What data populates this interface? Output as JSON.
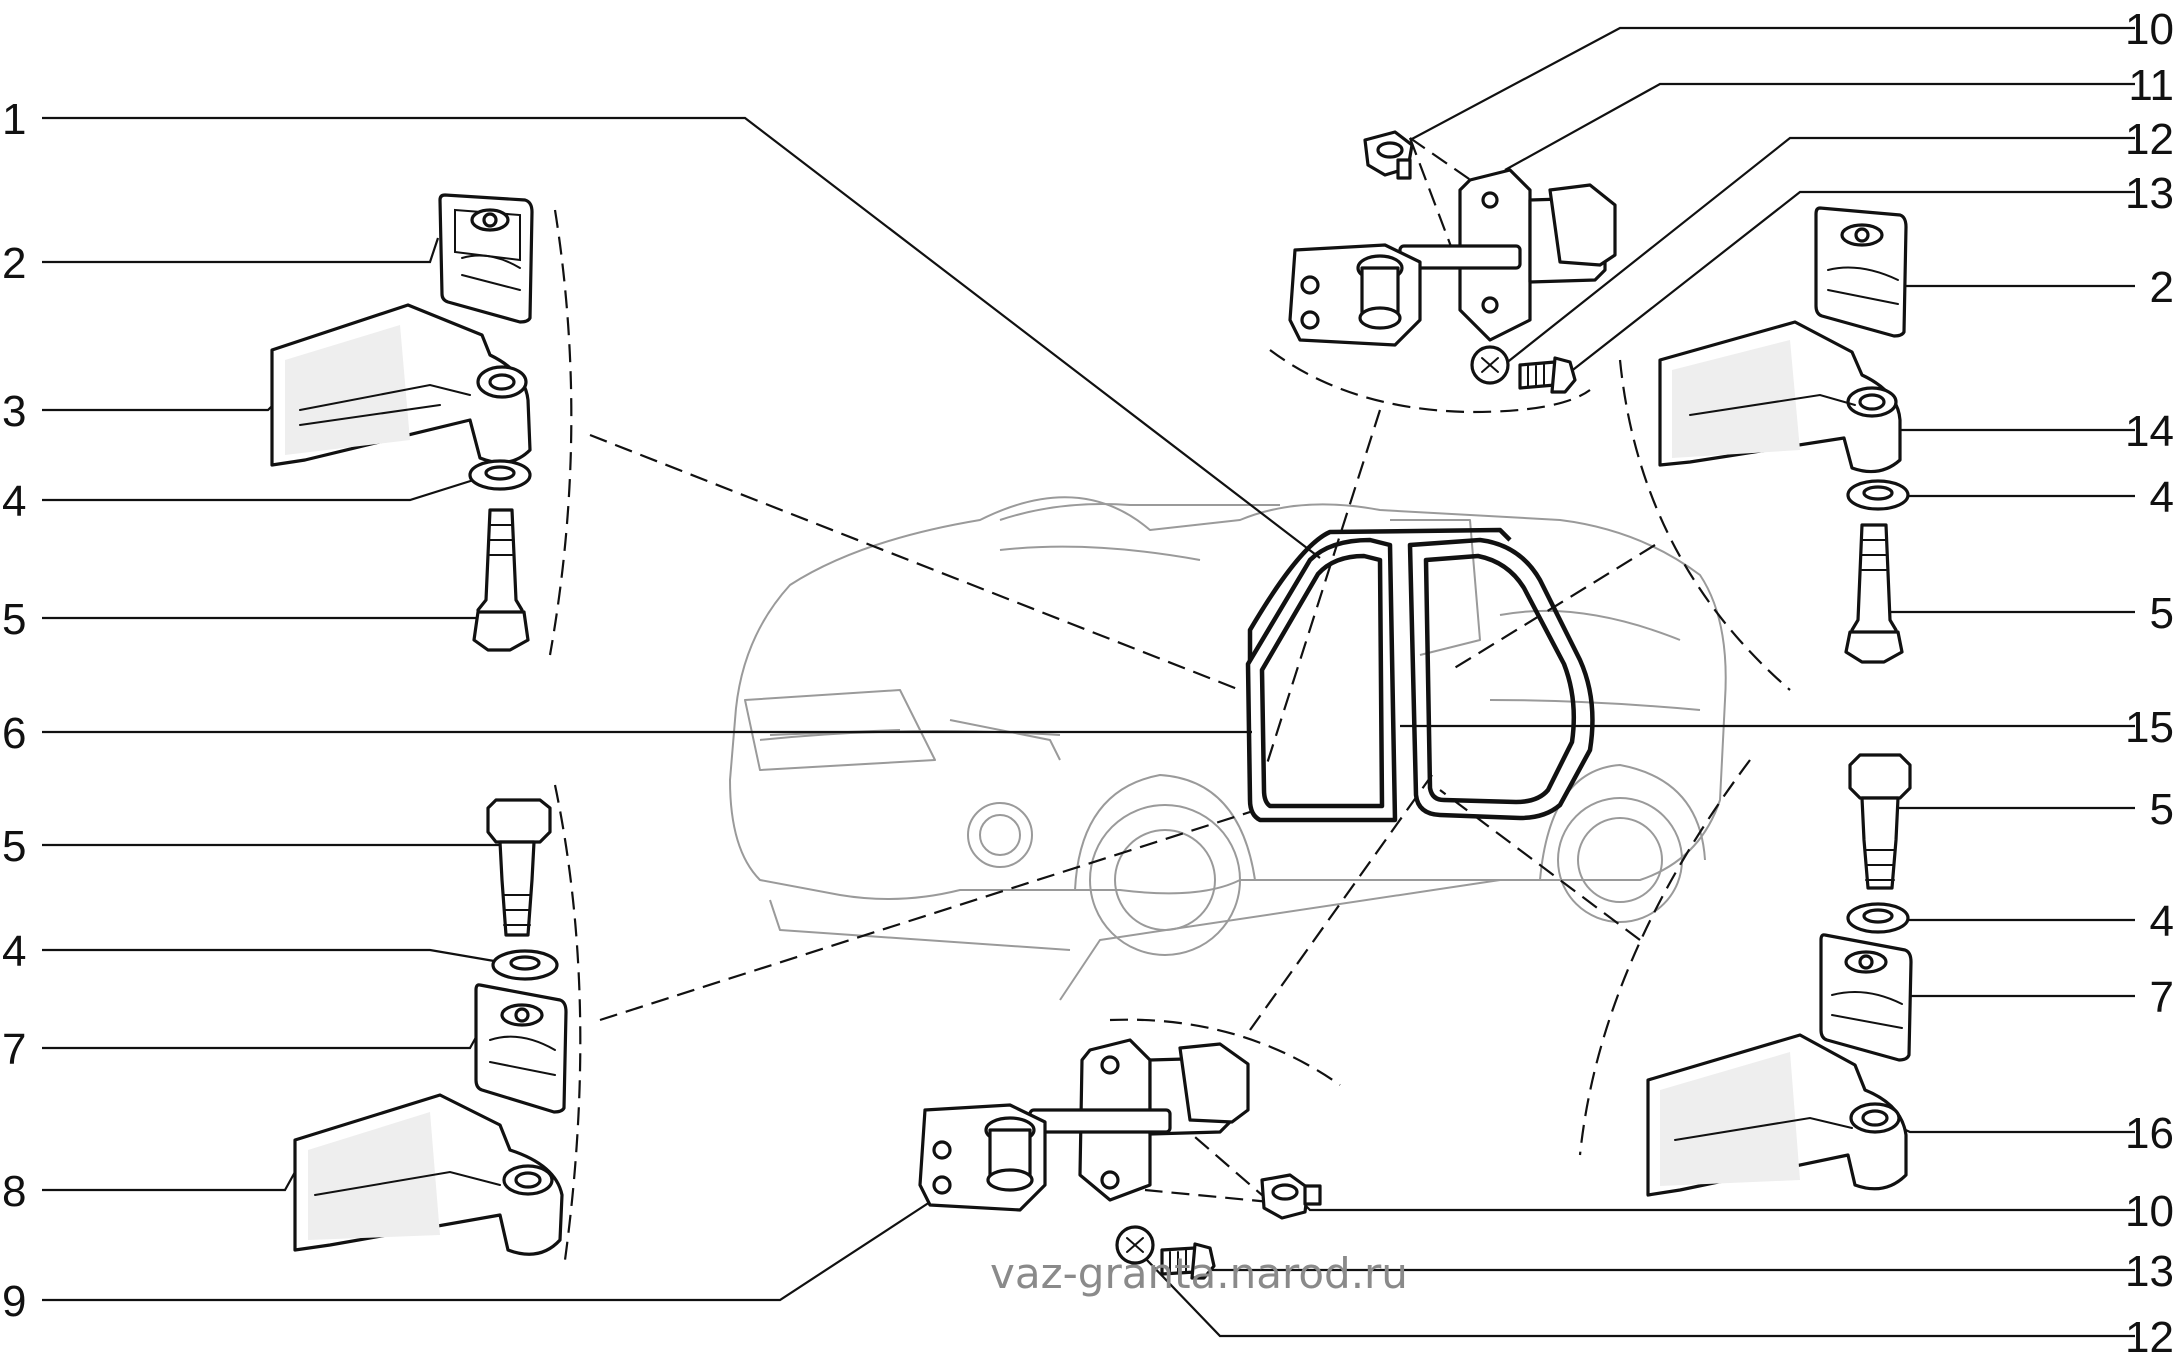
{
  "watermark": "vaz-granta.narod.ru",
  "callouts_left": [
    "1",
    "2",
    "3",
    "4",
    "5",
    "6",
    "5",
    "4",
    "7",
    "8",
    "9"
  ],
  "callouts_right": [
    "10",
    "11",
    "12",
    "13",
    "2",
    "14",
    "4",
    "5",
    "15",
    "5",
    "4",
    "7",
    "16",
    "10",
    "13",
    "12"
  ]
}
